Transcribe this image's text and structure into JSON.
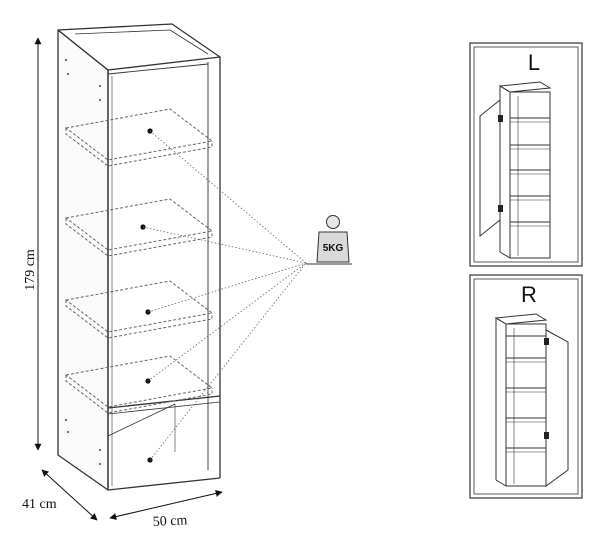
{
  "dimensions": {
    "height": "179 cm",
    "depth": "41 cm",
    "width": "50 cm"
  },
  "load": {
    "label": "5KG",
    "icon": "weight-icon"
  },
  "variants": [
    {
      "label": "L"
    },
    {
      "label": "R"
    }
  ]
}
